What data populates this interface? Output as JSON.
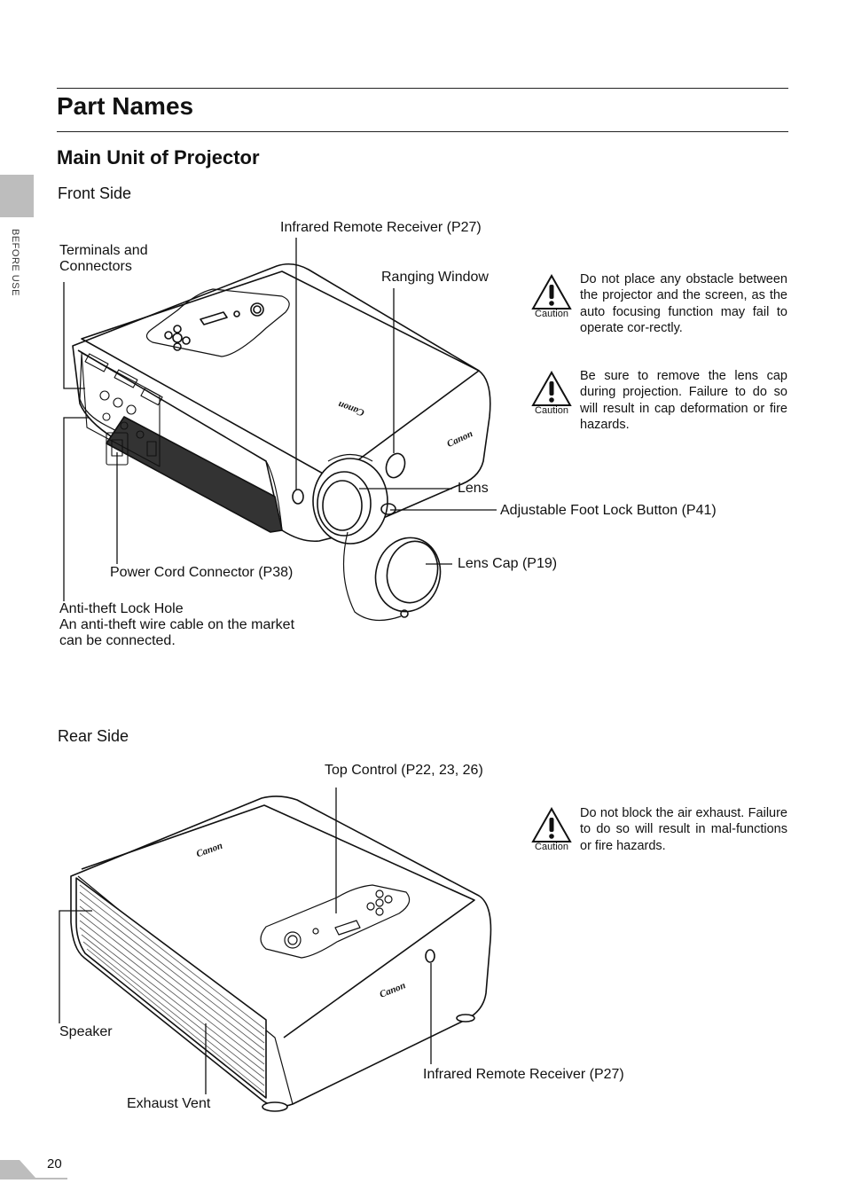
{
  "page": {
    "title": "Part Names",
    "subtitle": "Main Unit of Projector",
    "side_tab": "BEFORE USE",
    "page_number": "20"
  },
  "front": {
    "heading": "Front Side",
    "labels": {
      "ir_receiver": "Infrared Remote Receiver (P27)",
      "terminals_1": "Terminals and",
      "terminals_2": "Connectors",
      "ranging_window": "Ranging Window",
      "lens": "Lens",
      "adjustable_foot": "Adjustable Foot Lock Button (P41)",
      "lens_cap": "Lens Cap (P19)",
      "power_cord": "Power Cord Connector (P38)",
      "anti_theft": "Anti-theft Lock Hole",
      "anti_theft_desc_1": "An anti-theft wire cable on the market",
      "anti_theft_desc_2": "can be connected."
    },
    "brand": "Canon",
    "notes": [
      {
        "caption": "Caution",
        "text": "Do not place any obstacle between the projector and the screen, as the auto focusing function may fail to operate cor-rectly."
      },
      {
        "caption": "Caution",
        "text": "Be sure to remove the lens cap during projection. Failure to do so will result in cap deformation or fire hazards."
      }
    ]
  },
  "rear": {
    "heading": "Rear Side",
    "labels": {
      "top_control": "Top Control (P22, 23, 26)",
      "speaker": "Speaker",
      "ir_receiver": "Infrared Remote Receiver (P27)",
      "exhaust_vent": "Exhaust Vent"
    },
    "brand": "Canon",
    "notes": [
      {
        "caption": "Caution",
        "text": "Do not block the air exhaust. Failure to do so will result in mal-functions or fire hazards."
      }
    ]
  }
}
